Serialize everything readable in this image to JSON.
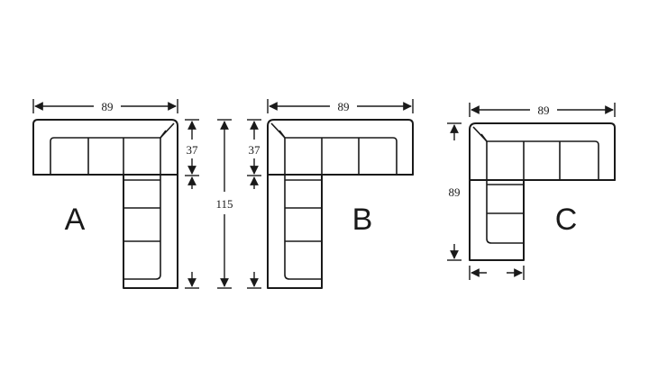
{
  "diagram": {
    "sections": [
      {
        "letter": "A",
        "width_label": "89",
        "short_depth_label": "37",
        "overall_depth_label": "115"
      },
      {
        "letter": "B",
        "width_label": "89",
        "short_depth_label": "37"
      },
      {
        "letter": "C",
        "width_label": "89",
        "height_label": "89"
      }
    ]
  }
}
